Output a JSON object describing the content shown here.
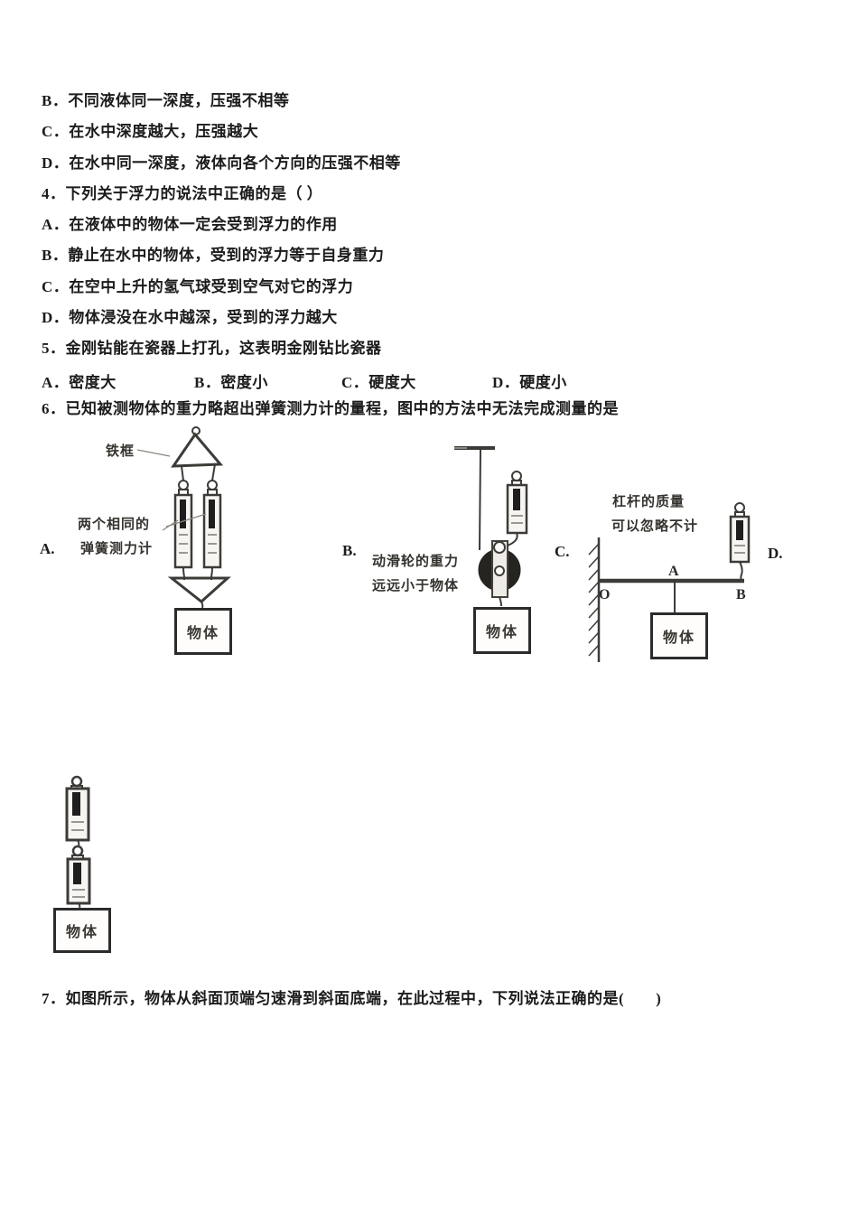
{
  "colors": {
    "paper": "#ffffff",
    "ink": "#1c1c1c",
    "diagram_stroke": "#3d3b38",
    "pulley_fill": "#262421"
  },
  "prev_question_options": [
    "B．不同液体同一深度，压强不相等",
    "C．在水中深度越大，压强越大",
    "D．在水中同一深度，液体向各个方向的压强不相等"
  ],
  "q4": {
    "stem": "4．下列关于浮力的说法中正确的是（ ）",
    "options": [
      "A．在液体中的物体一定会受到浮力的作用",
      "B．静止在水中的物体，受到的浮力等于自身重力",
      "C．在空中上升的氢气球受到空气对它的浮力",
      "D．物体浸没在水中越深，受到的浮力越大"
    ]
  },
  "q5": {
    "stem": "5．金刚钻能在瓷器上打孔，这表明金刚钻比瓷器",
    "options": [
      "A．密度大",
      "B．密度小",
      "C．硬度大",
      "D．硬度小"
    ]
  },
  "q6": {
    "stem": "6．已知被测物体的重力略超出弹簧测力计的量程，图中的方法中无法完成测量的是",
    "fig_a": {
      "option_label": "A.",
      "frame_label": "铁框",
      "scales_label_line1": "两个相同的",
      "scales_label_line2": "弹簧测力计",
      "object_label": "物体"
    },
    "fig_b": {
      "option_label": "B.",
      "note_line1": "动滑轮的重力",
      "note_line2": "远远小于物体",
      "object_label": "物体"
    },
    "fig_c": {
      "option_label": "C.",
      "note_line1": "杠杆的质量",
      "note_line2": "可以忽略不计",
      "point_o": "O",
      "point_a": "A",
      "point_b": "B",
      "object_label": "物体"
    },
    "fig_d": {
      "option_label": "D.",
      "object_label": "物体"
    }
  },
  "q7": {
    "stem": "7．如图所示，物体从斜面顶端匀速滑到斜面底端，在此过程中，下列说法正确的是(　　)"
  }
}
